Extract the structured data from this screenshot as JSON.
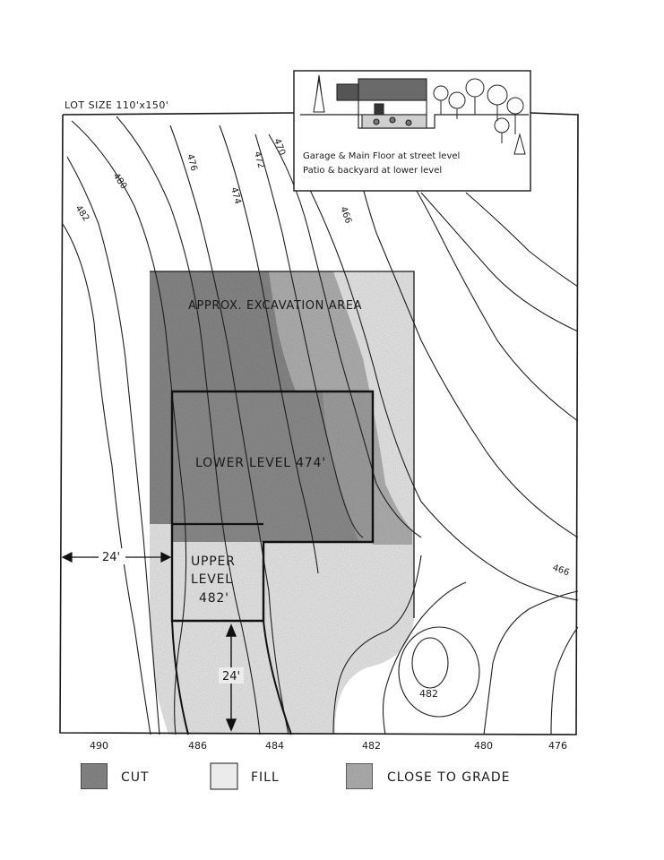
{
  "site_plan": {
    "lot_size": "LOT SIZE  110'x150'",
    "excavation_label": "APPROX. EXCAVATION AREA",
    "lower_level_label": "LOWER LEVEL 474'",
    "upper_level_line1": "UPPER",
    "upper_level_line2": "LEVEL",
    "upper_level_line3": "482'",
    "setback_side": "24'",
    "setback_front": "24'"
  },
  "inset": {
    "note_line1": "Garage & Main Floor at street level",
    "note_line2": "Patio & backyard at lower level"
  },
  "contour_labels": {
    "c482_left": "482",
    "c480_top": "480",
    "c476_top": "476",
    "c474_top": "474",
    "c472_top": "472",
    "c470_top": "470",
    "c466_mid": "466",
    "c466_right": "466",
    "c482_knoll": "482"
  },
  "bottom_axis": [
    "490",
    "486",
    "484",
    "482",
    "480",
    "476"
  ],
  "legend": {
    "cut": "CUT",
    "fill": "FILL",
    "close_to_grade": "CLOSE TO GRADE"
  },
  "colors": {
    "cut": "#8a8a8a",
    "fill": "#ebebeb",
    "close_to_grade": "#b4b4b4",
    "ink": "#1a1a1a"
  }
}
